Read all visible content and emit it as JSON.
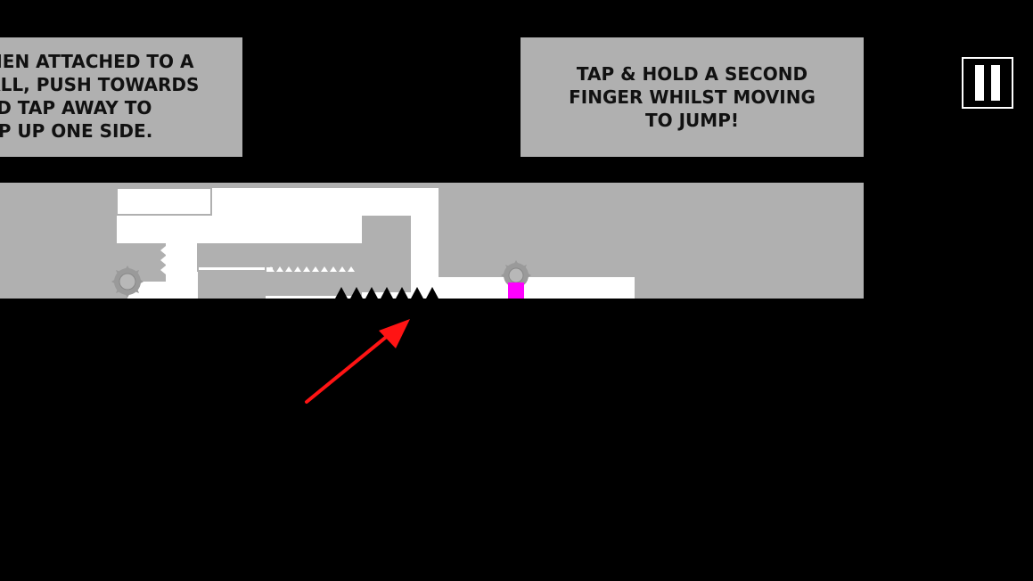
{
  "signs": {
    "left": {
      "lines": [
        "WHEN ATTACHED TO A",
        "WALL, PUSH TOWARDS",
        "AND TAP AWAY TO",
        "HOP UP ONE SIDE."
      ]
    },
    "right": {
      "lines": [
        "TAP & HOLD A SECOND",
        "FINGER WHILST MOVING",
        "TO JUMP!"
      ]
    }
  },
  "hud": {
    "pause_icon": "pause-icon"
  },
  "colors": {
    "background": "#000000",
    "wall": "#b0b0b0",
    "floor": "#ffffff",
    "player": "#ff00ff",
    "arrow": "#ff0000",
    "spikes": "#000000",
    "saw": "#9a9a9a"
  },
  "entities": {
    "player": "magenta-square",
    "hazards": [
      "spike-row",
      "saw-blade",
      "saw-blade"
    ]
  }
}
